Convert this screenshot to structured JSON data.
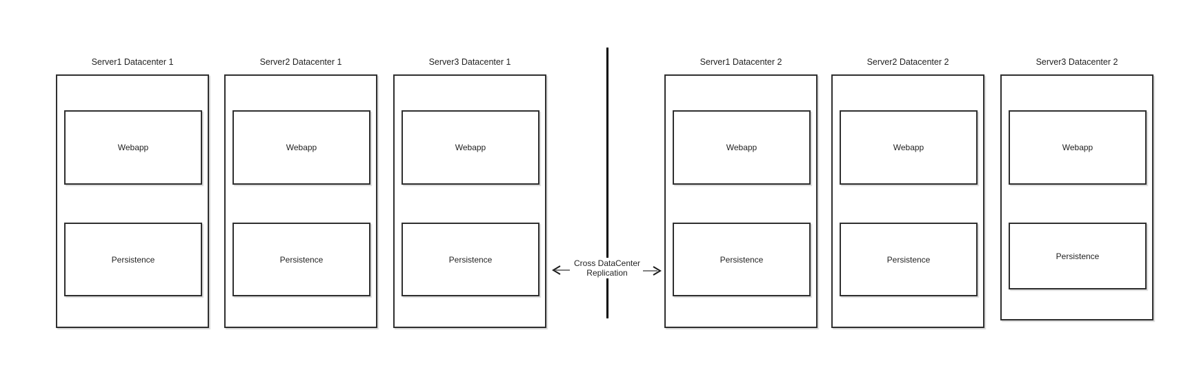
{
  "diagram": {
    "background_color": "#ffffff",
    "box_border_color": "#2e2e2e",
    "shadow_color": "#d8d8d8",
    "divider_color": "#000000",
    "arrow_shaft_color": "#808080",
    "arrow_head_color": "#1a1a1a",
    "icons": {
      "left_arrow": "arrow-left-icon",
      "right_arrow": "arrow-right-icon"
    },
    "replication_label": {
      "line1": "Cross DataCenter",
      "line2": "Replication"
    },
    "datacenters": [
      {
        "name": "Datacenter 1",
        "servers": [
          {
            "title": "Server1 Datacenter 1",
            "components": [
              "Webapp",
              "Persistence"
            ]
          },
          {
            "title": "Server2 Datacenter 1",
            "components": [
              "Webapp",
              "Persistence"
            ]
          },
          {
            "title": "Server3 Datacenter 1",
            "components": [
              "Webapp",
              "Persistence"
            ]
          }
        ]
      },
      {
        "name": "Datacenter 2",
        "servers": [
          {
            "title": "Server1 Datacenter 2",
            "components": [
              "Webapp",
              "Persistence"
            ]
          },
          {
            "title": "Server2 Datacenter 2",
            "components": [
              "Webapp",
              "Persistence"
            ]
          },
          {
            "title": "Server3 Datacenter 2",
            "components": [
              "Webapp",
              "Persistence"
            ]
          }
        ]
      }
    ]
  }
}
